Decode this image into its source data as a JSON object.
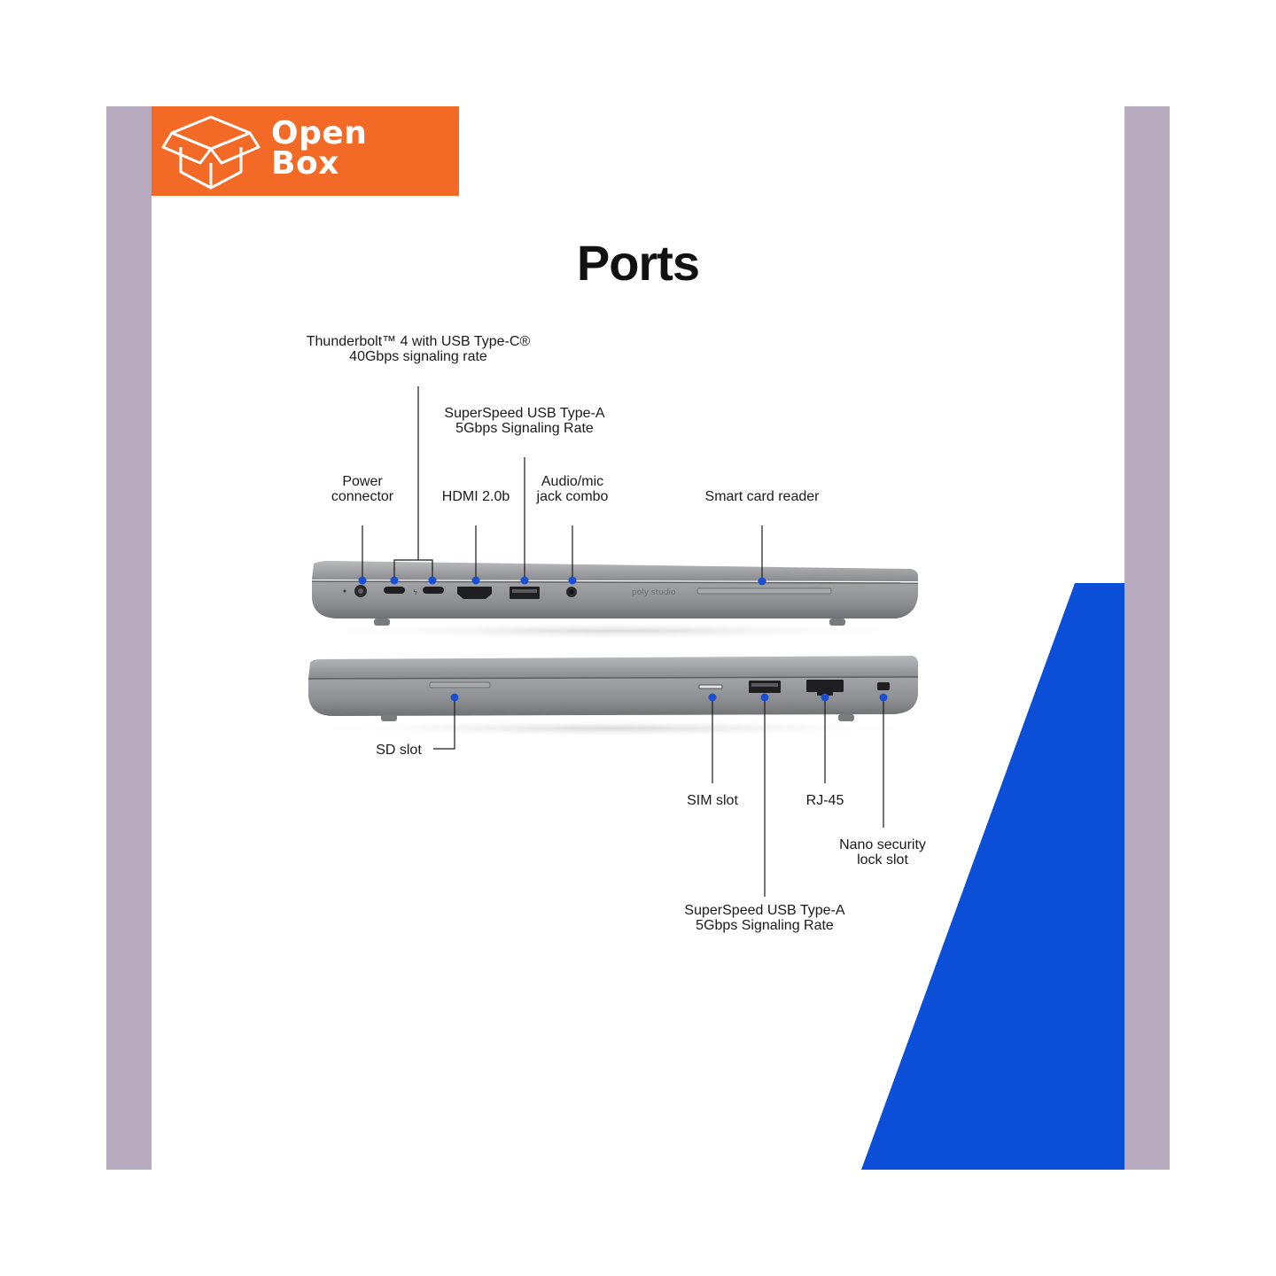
{
  "badge": {
    "line1": "Open",
    "line2": "Box",
    "icon": "open-box-icon"
  },
  "title": "Ports",
  "brand_mark": "poly studio",
  "colors": {
    "frame": "#b9abbf",
    "badge": "#f26a26",
    "accent_blue": "#0b4fd8",
    "pointer": "#1b4fd1",
    "laptop": "#8e8f92"
  },
  "top_side_labels": {
    "thunderbolt": {
      "line1": "Thunderbolt™ 4 with USB Type-C®",
      "line2": "40Gbps signaling rate"
    },
    "usb_a": {
      "line1": "SuperSpeed USB Type-A",
      "line2": "5Gbps Signaling Rate"
    },
    "power": {
      "line1": "Power",
      "line2": "connector"
    },
    "hdmi": "HDMI 2.0b",
    "audio": {
      "line1": "Audio/mic",
      "line2": "jack combo"
    },
    "smart_card": "Smart card reader"
  },
  "bottom_side_labels": {
    "sd": "SD slot",
    "sim": "SIM slot",
    "rj45": "RJ-45",
    "nano_lock": {
      "line1": "Nano security",
      "line2": "lock slot"
    },
    "usb_a": {
      "line1": "SuperSpeed USB Type-A",
      "line2": "5Gbps Signaling Rate"
    }
  }
}
